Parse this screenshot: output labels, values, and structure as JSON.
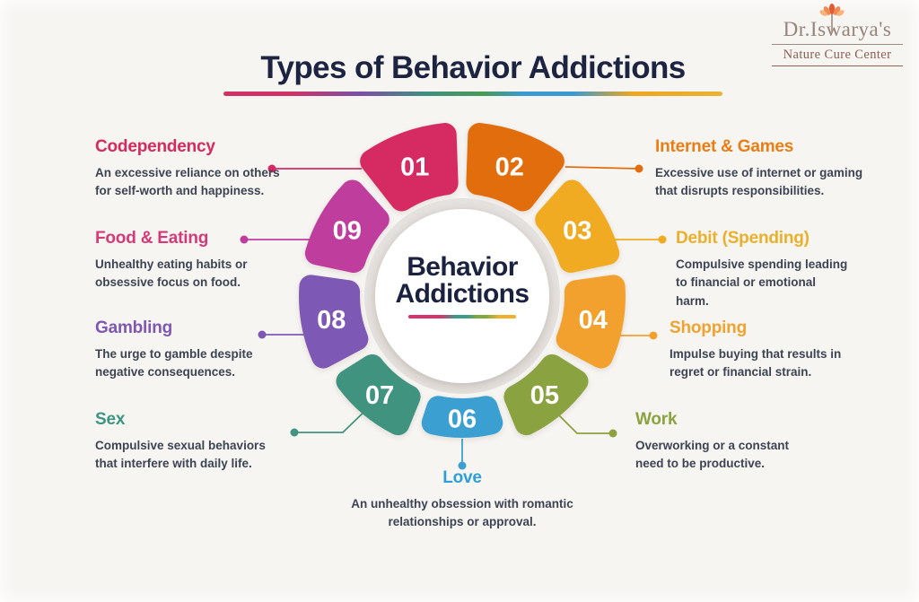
{
  "title": "Types of Behavior Addictions",
  "logo": {
    "name": "Dr.Iswarya's",
    "subtitle": "Nature Cure Center"
  },
  "center": {
    "line1": "Behavior",
    "line2": "Addictions"
  },
  "palette": {
    "title_text": "#1d2442",
    "body_text": "#3c4453",
    "background": "#f7f5f2",
    "ring_gray": "#e4e1de",
    "center_circle": "#ffffff",
    "number_text": "#ffffff"
  },
  "items": [
    {
      "num": "01",
      "label": "Codependency",
      "desc": "An excessive reliance on others for self-worth and happiness.",
      "color": "#d62a64",
      "label_color": "#d42a60"
    },
    {
      "num": "02",
      "label": "Internet & Games",
      "desc": "Excessive use of internet or gaming that disrupts responsibilities.",
      "color": "#e26d0e",
      "label_color": "#ea7d14"
    },
    {
      "num": "03",
      "label": "Debit (Spending)",
      "desc": "Compulsive spending leading to financial or emotional harm.",
      "color": "#f0ab22",
      "label_color": "#eab02c"
    },
    {
      "num": "04",
      "label": "Shopping",
      "desc": "Impulse buying that results in regret or financial strain.",
      "color": "#f2a12e",
      "label_color": "#f0a22e"
    },
    {
      "num": "05",
      "label": "Work",
      "desc": "Overworking or a constant need to be productive.",
      "color": "#8ba23f",
      "label_color": "#8ba23f"
    },
    {
      "num": "06",
      "label": "Love",
      "desc": "An unhealthy obsession with romantic relationships or approval.",
      "color": "#3b9fd1",
      "label_color": "#2d9fd6"
    },
    {
      "num": "07",
      "label": "Sex",
      "desc": "Compulsive sexual behaviors that interfere with daily life.",
      "color": "#41947f",
      "label_color": "#3c9582"
    },
    {
      "num": "08",
      "label": "Gambling",
      "desc": "The urge to gamble despite negative consequences.",
      "color": "#7e58b5",
      "label_color": "#7d57b2"
    },
    {
      "num": "09",
      "label": "Food & Eating",
      "desc": "Unhealthy eating habits or obsessive focus on food.",
      "color": "#bf3d9c",
      "label_color": "#d23a78"
    }
  ]
}
